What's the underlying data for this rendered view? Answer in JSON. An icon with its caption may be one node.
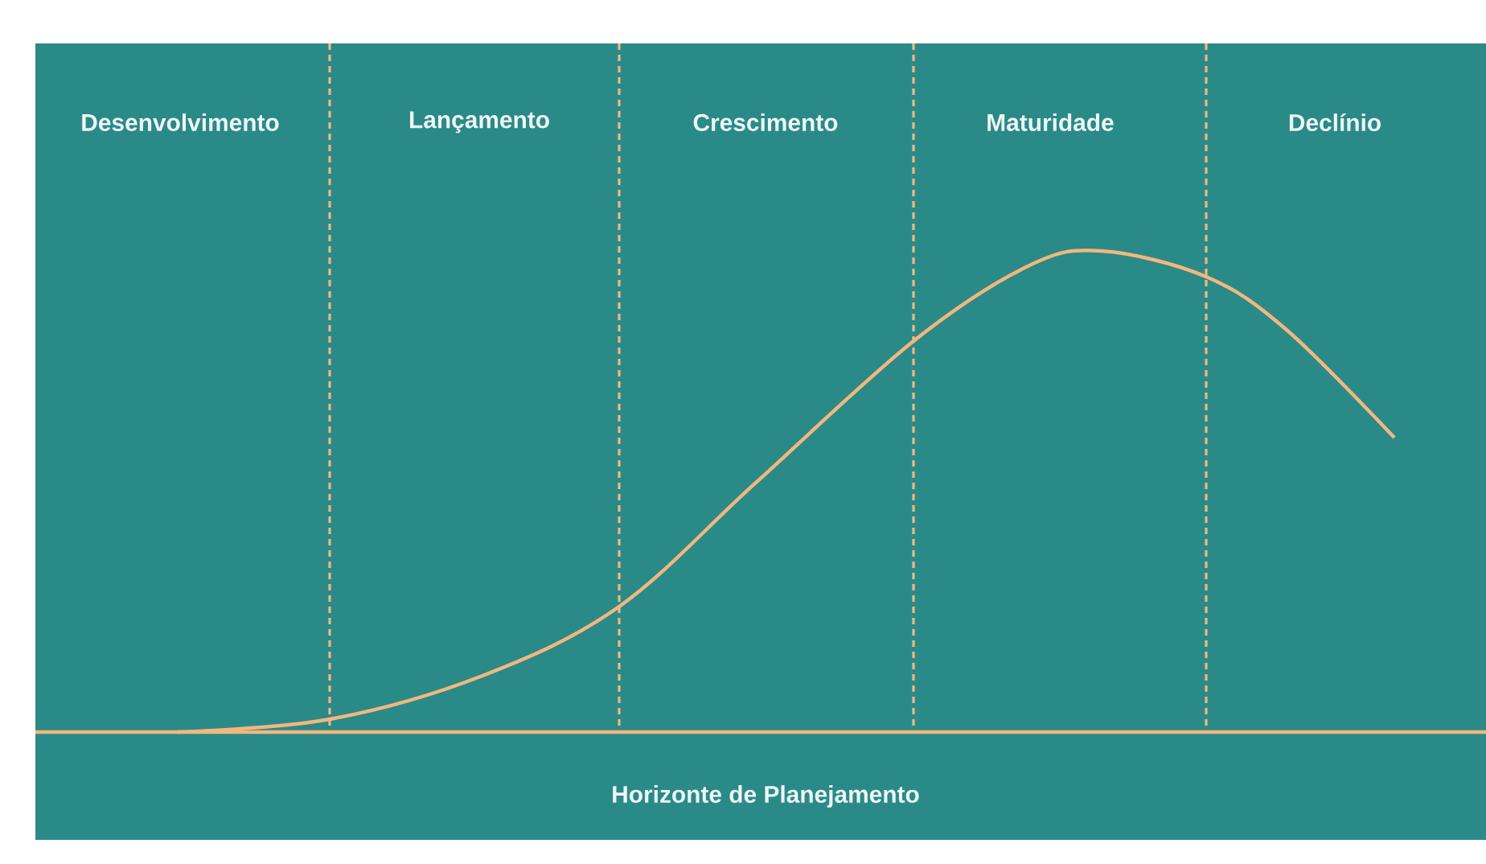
{
  "diagram": {
    "labels": [
      "Desenvolvimento",
      "Lançamento",
      "Crescimento",
      "Maturidade",
      "Declínio",
      "Horizonte de Planejamento"
    ]
  }
}
